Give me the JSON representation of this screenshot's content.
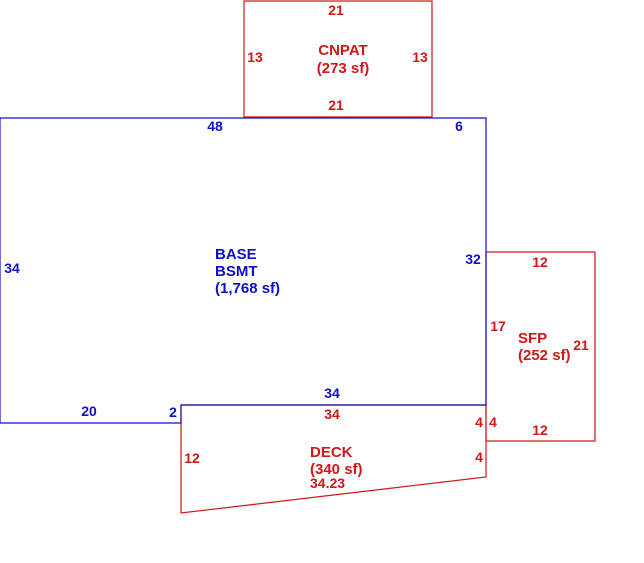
{
  "colors": {
    "base": "#1010c8",
    "addon": "#d01818",
    "background": "#ffffff"
  },
  "areas": {
    "base": {
      "name_line1": "BASE",
      "name_line2": "BSMT",
      "area": "(1,768 sf)",
      "dims": {
        "top_left": "48",
        "top_right": "6",
        "left": "34",
        "right": "32",
        "bottom_notch": "34",
        "bottom_left": "20",
        "notch_step": "2"
      }
    },
    "cnpat": {
      "name": "CNPAT",
      "area": "(273 sf)",
      "dims": {
        "top": "21",
        "bottom": "21",
        "left": "13",
        "right": "13"
      }
    },
    "sfp": {
      "name": "SFP",
      "area": "(252 sf)",
      "dims": {
        "top": "12",
        "bottom": "12",
        "right": "21",
        "left": "17",
        "left_lower": "4"
      }
    },
    "deck": {
      "name": "DECK",
      "area": "(340 sf)",
      "dims": {
        "top": "34",
        "right_upper": "4",
        "right_lower": "4",
        "left": "12",
        "bottom": "34.23"
      }
    }
  }
}
